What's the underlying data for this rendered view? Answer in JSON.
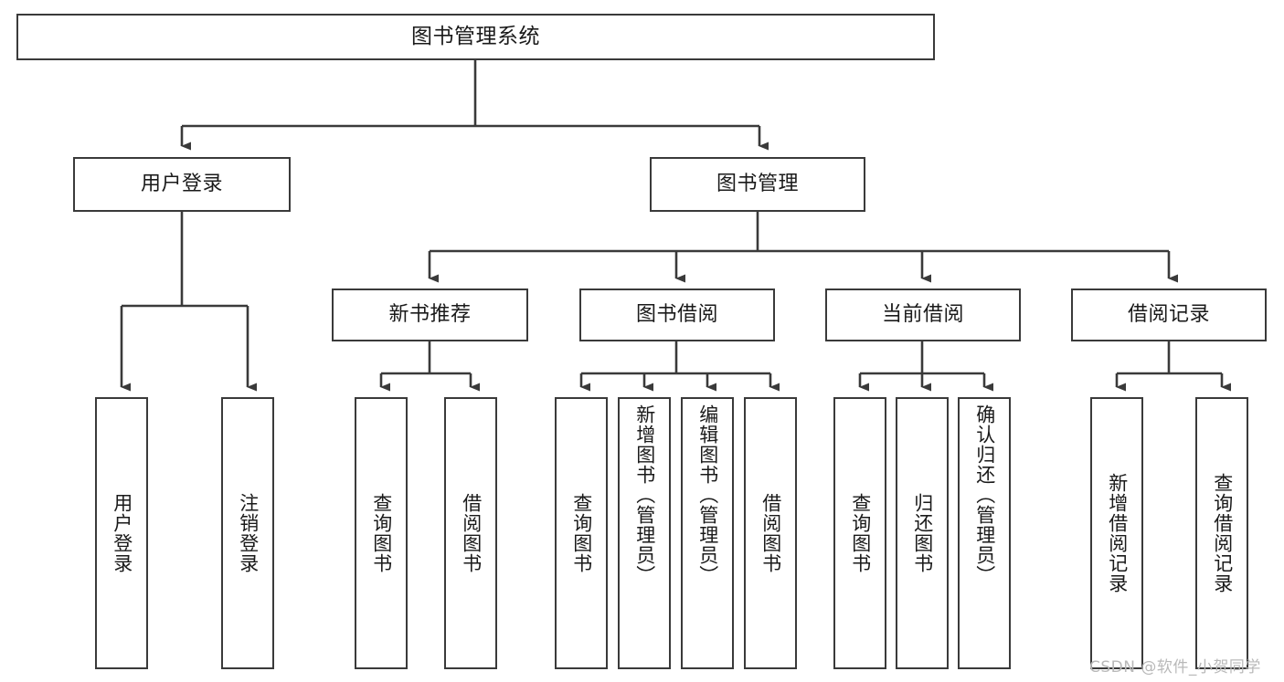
{
  "diagram": {
    "type": "hierarchy-tree",
    "title": "图书管理系统",
    "root": {
      "label": "图书管理系统"
    },
    "level1": [
      {
        "id": "user-login",
        "label": "用户登录"
      },
      {
        "id": "book-management",
        "label": "图书管理"
      }
    ],
    "level2": [
      {
        "id": "new-book-recommend",
        "label": "新书推荐"
      },
      {
        "id": "book-borrow",
        "label": "图书借阅"
      },
      {
        "id": "current-borrow",
        "label": "当前借阅"
      },
      {
        "id": "borrow-record",
        "label": "借阅记录"
      }
    ],
    "leaves": {
      "user_login": [
        {
          "id": "leaf-user-login",
          "label": "用户登录"
        },
        {
          "id": "leaf-logout",
          "label": "注销登录"
        }
      ],
      "new_book_recommend": [
        {
          "id": "leaf-query-book-1",
          "label": "查询图书"
        },
        {
          "id": "leaf-borrow-book-1",
          "label": "借阅图书"
        }
      ],
      "book_borrow": [
        {
          "id": "leaf-query-book-2",
          "label": "查询图书"
        },
        {
          "id": "leaf-add-book",
          "label": "新增图书（管理员）"
        },
        {
          "id": "leaf-edit-book",
          "label": "编辑图书（管理员）"
        },
        {
          "id": "leaf-borrow-book-2",
          "label": "借阅图书"
        }
      ],
      "current_borrow": [
        {
          "id": "leaf-query-book-3",
          "label": "查询图书"
        },
        {
          "id": "leaf-return-book",
          "label": "归还图书"
        },
        {
          "id": "leaf-confirm-return",
          "label": "确认归还（管理员）"
        }
      ],
      "borrow_record": [
        {
          "id": "leaf-add-record",
          "label": "新增借阅记录"
        },
        {
          "id": "leaf-query-record",
          "label": "查询借阅记录"
        }
      ]
    }
  },
  "watermark": {
    "text": "CSDN @软件_小贺同学"
  },
  "colors": {
    "stroke": "#3a3a3a",
    "background": "#ffffff",
    "text": "#1a1a1a",
    "watermark": "#b9b9b9"
  }
}
